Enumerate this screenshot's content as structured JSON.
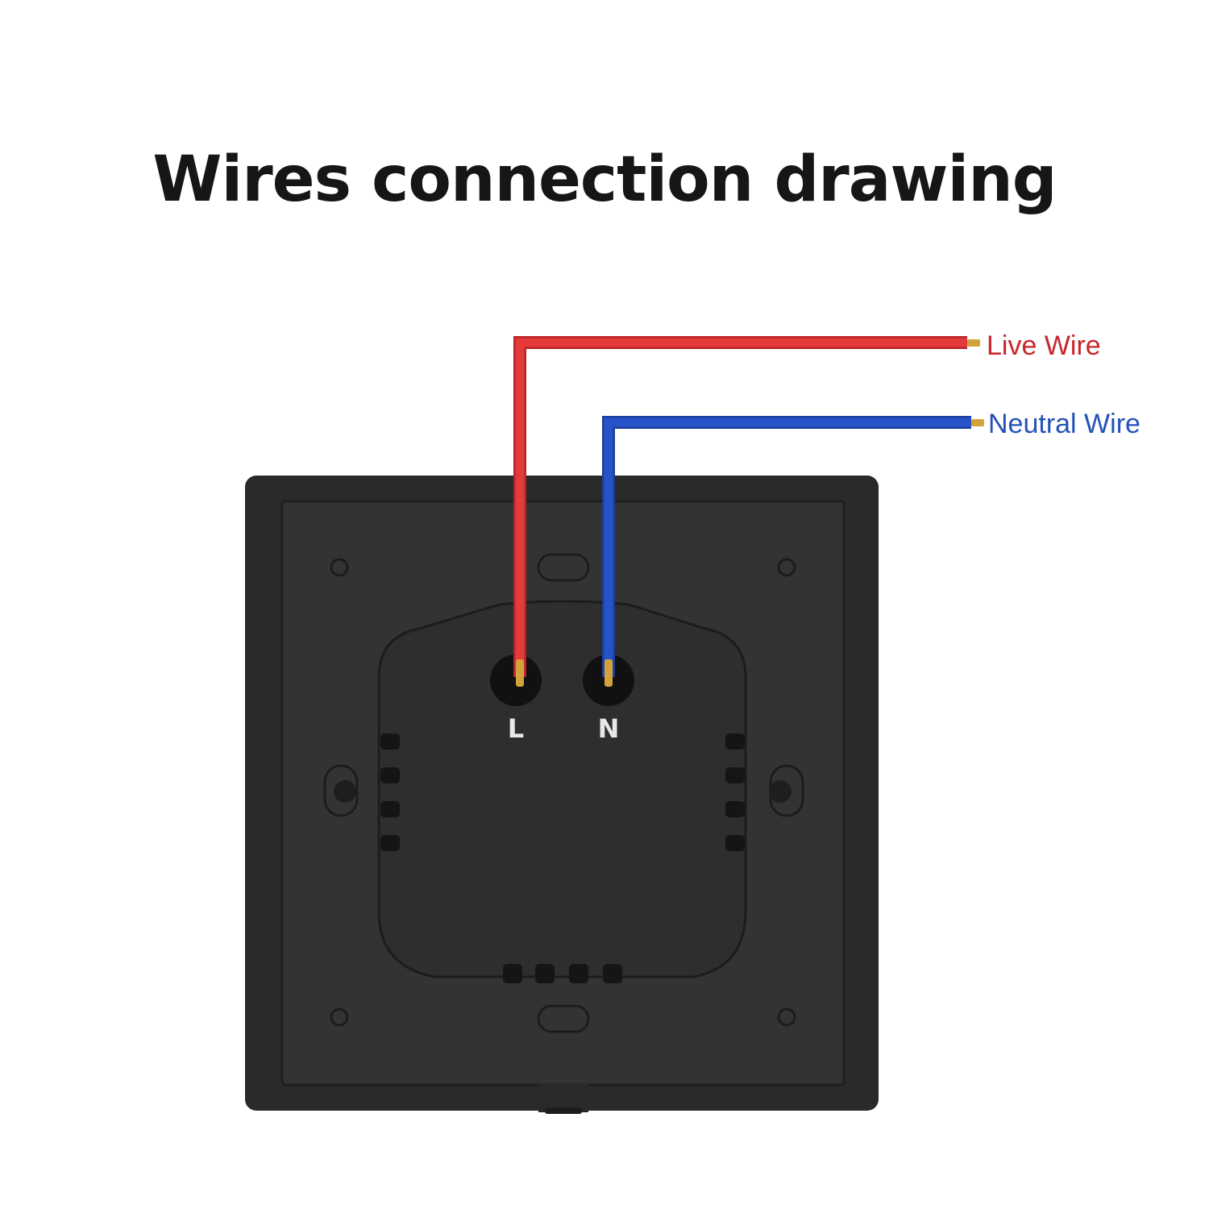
{
  "title": "Wires connection drawing",
  "wires": {
    "live": {
      "label": "Live Wire",
      "color": "#e53a3a",
      "text_color": "#c9252b"
    },
    "neutral": {
      "label": "Neutral Wire",
      "color": "#2653c7",
      "text_color": "#2352b8"
    }
  },
  "terminals": {
    "live": "L",
    "neutral": "N"
  },
  "colors": {
    "panel": "#2b2b2b",
    "panel_inner": "#333333",
    "module": "#2e2e2e",
    "copper": "#d4a23a"
  }
}
